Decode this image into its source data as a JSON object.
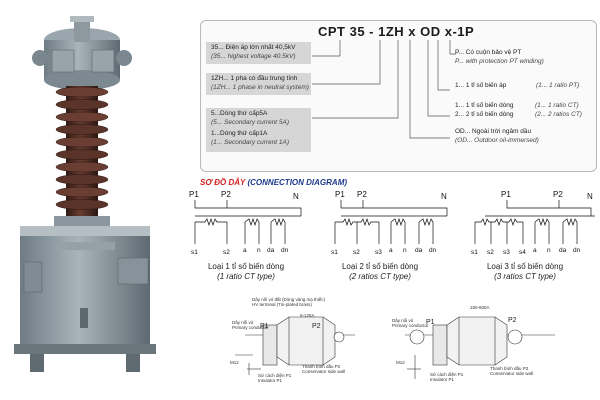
{
  "model": {
    "code": "CPT 35 - 1ZH x OD x-1P",
    "left_items": [
      {
        "vn": "35... Điện áp lớn nhất 40,5kV",
        "en": "(35... highest voltage 40.5kV)"
      },
      {
        "vn": "1ZH... 1 pha có đầu trung tính",
        "en": "(1ZH... 1 phase in neutral system)"
      },
      {
        "vn": "5...Dòng thứ cấp5A",
        "en": "(5... Secondary current 5A)",
        "vn2": "1...Dòng thứ cấp1A",
        "en2": "(1... Secondary current 1A)"
      }
    ],
    "right_items": [
      {
        "vn": "P... Có cuộn bảo vệ PT",
        "en": "P... with protection PT winding)"
      },
      {
        "vn": "1... 1 tỉ số biến áp",
        "en": "(1... 1 ratio PT)"
      },
      {
        "vn": "1... 1 tỉ số biến dòng",
        "en": "(1... 1 ratio CT)",
        "vn2": "2... 2 tỉ số biến dòng",
        "en2": "(2... 2 ratios CT)"
      },
      {
        "vn": "OD... Ngoài trời ngâm dầu",
        "en": "(OD... Outdoor oil-immersed)"
      }
    ]
  },
  "diagram": {
    "title_vn": "SƠ ĐỒ DÂY",
    "title_en": "(CONNECTION DIAGRAM)",
    "schemes": [
      {
        "vn": "Loại 1 tỉ số biến dòng",
        "en": "(1 ratio CT type)",
        "terminals": [
          "s1",
          "s2",
          "a",
          "n",
          "da",
          "dn"
        ]
      },
      {
        "vn": "Loại 2 tỉ số biến dòng",
        "en": "(2 ratios CT type)",
        "terminals": [
          "s1",
          "s2",
          "s3",
          "a",
          "n",
          "da",
          "dn"
        ]
      },
      {
        "vn": "Loại 3 tỉ số biến dòng",
        "en": "(3 ratios CT type)",
        "terminals": [
          "s1",
          "s2",
          "s3",
          "s4",
          "a",
          "n",
          "da",
          "dn"
        ]
      }
    ],
    "primary_labels": [
      "P1",
      "P2",
      "N"
    ]
  },
  "drawings": {
    "left": {
      "top_note": "Dây nối vỏ đất (Dòng vàng mạ thiếc)",
      "top_note_en": "HV terminal (Tin-plated brass)",
      "range": "5-125A",
      "wire_label": "Dây nối vỏ",
      "wire_label_en": "Primary conductor",
      "p1": "P1",
      "p2": "P2",
      "bolt": "M12",
      "base1": "Sứ cách điện P1",
      "base1_en": "Insulator P1",
      "base2": "Thanh bình dầu P2",
      "base2_en": "Conservator side wall"
    },
    "right": {
      "range": "150-600A",
      "wire_label": "Dây nối vỏ",
      "wire_label_en": "Primary conductor",
      "p1": "P1",
      "p2": "P2",
      "bolt": "M12",
      "base1": "Sứ cách điện P1",
      "base1_en": "Insulator P1",
      "base2": "Thanh bình dầu P2",
      "base2_en": "Conservator side wall"
    }
  },
  "colors": {
    "vn_title": "#d0201c",
    "en_title": "#1e3a8a",
    "tank": "#8e9ba3",
    "insulator": "#4a2a22"
  }
}
